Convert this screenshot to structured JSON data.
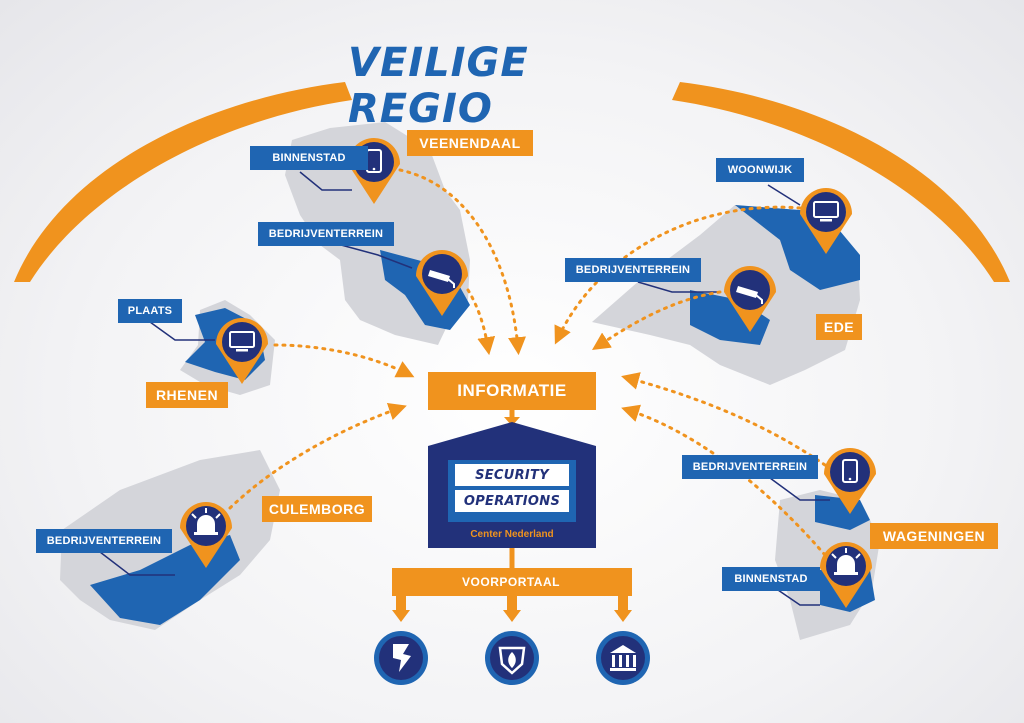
{
  "title": "VEILIGE REGIO",
  "hub": {
    "informatie": "INFORMATIE",
    "soc_line1": "SECURITY",
    "soc_line2": "OPERATIONS",
    "soc_sub": "Center Nederland",
    "voorportaal": "VOORPORTAAL"
  },
  "regions": {
    "veenendaal": {
      "name": "VEENENDAAL",
      "binnenstad": "BINNENSTAD",
      "bedrijventerrein": "BEDRIJVENTERREIN"
    },
    "ede": {
      "name": "EDE",
      "woonwijk": "WOONWIJK",
      "bedrijventerrein": "BEDRIJVENTERREIN"
    },
    "rhenen": {
      "name": "RHENEN",
      "plaats": "PLAATS"
    },
    "culemborg": {
      "name": "CULEMBORG",
      "bedrijventerrein": "BEDRIJVENTERREIN"
    },
    "wageningen": {
      "name": "WAGENINGEN",
      "bedrijventerrein": "BEDRIJVENTERREIN",
      "binnenstad": "BINNENSTAD"
    }
  },
  "icons": {
    "smartphone": "smartphone-icon",
    "camera": "security-camera-icon",
    "monitor": "monitor-icon",
    "siren": "siren-icon",
    "police": "police-icon",
    "fire": "fire-department-icon",
    "municipality": "municipality-icon"
  },
  "colors": {
    "blue": "#1f65b2",
    "dark_blue": "#22317a",
    "orange": "#f0931e",
    "grey": "#d4d5da"
  }
}
